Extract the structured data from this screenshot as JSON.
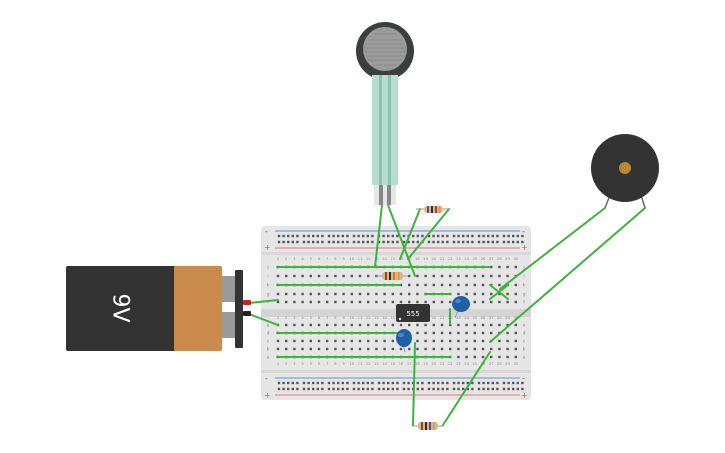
{
  "circuit": {
    "battery_label": "9V",
    "ic_label": "555",
    "rail_minus": "-",
    "rail_plus": "+"
  },
  "breadboard": {
    "columns": 30,
    "row_letters_top": [
      "j",
      "i",
      "h",
      "g",
      "f"
    ],
    "row_letters_bottom": [
      "e",
      "d",
      "c",
      "b",
      "a"
    ]
  },
  "colors": {
    "wire": "#3db33d",
    "breadboard": "#e6e6e6",
    "battery_body": "#333333",
    "battery_cap": "#c98a4b",
    "buzzer": "#333333",
    "buzzer_center": "#b8892f",
    "sensor_head": "#3a3f3d",
    "sensor_strip": "#b5ddd0",
    "capacitor": "#1f5fa8",
    "rail_red": "#d9534f",
    "rail_blue": "#3b6fd6"
  }
}
